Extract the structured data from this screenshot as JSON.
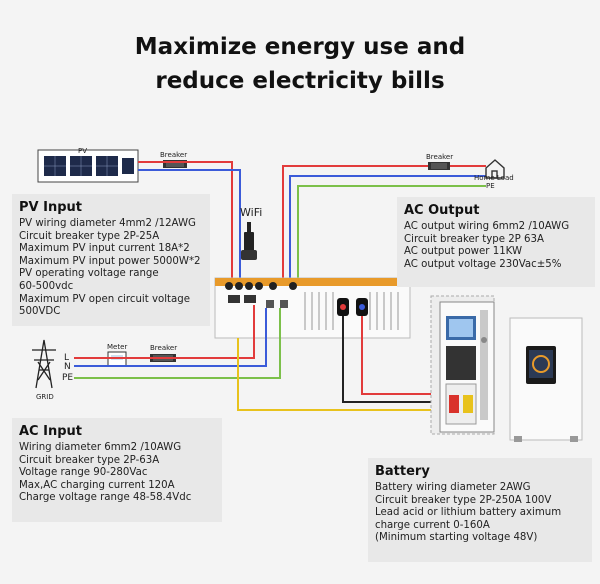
{
  "title": {
    "line1": "Maximize energy use and",
    "line2": "reduce electricity bills"
  },
  "labels": {
    "pv": "PV",
    "breaker": "Breaker",
    "meter": "Meter",
    "home_load": "Home Load",
    "pe": "PE",
    "l": "L",
    "n": "N",
    "grid": "GRID",
    "wifi": "WiFi"
  },
  "pv_input": {
    "heading": "PV Input",
    "lines": [
      "PV wiring diameter 4mm2 /12AWG",
      "Circuit breaker type 2P-25A",
      "Maximum PV input current 18A*2",
      "Maximum PV input power 5000W*2",
      "PV operating voltage range",
      "60-500vdc",
      "Maximum PV open circuit voltage",
      "500VDC"
    ]
  },
  "ac_output": {
    "heading": "AC Output",
    "lines": [
      "AC output wiring 6mm2 /10AWG",
      "Circuit breaker type 2P 63A",
      "AC output power 11KW",
      "AC output voltage 230Vac±5%"
    ]
  },
  "ac_input": {
    "heading": "AC Input",
    "lines": [
      "Wiring diameter 6mm2 /10AWG",
      "Circuit breaker type 2P-63A",
      "Voltage range 90-280Vac",
      "Max,AC charging current 120A",
      "Charge voltage range 48-58.4Vdc"
    ]
  },
  "battery": {
    "heading": "Battery",
    "lines": [
      "Battery wiring diameter 2AWG",
      "Circuit breaker type 2P-250A 100V",
      "Lead acid or lithium battery aximum",
      "charge current 0-160A",
      "(Minimum starting voltage 48V)"
    ]
  },
  "colors": {
    "red_wire": "#e23b3b",
    "blue_wire": "#3b5bd9",
    "green_wire": "#7cc04a",
    "yellow_wire": "#e8c21c",
    "black_wire": "#222222",
    "inverter_body": "#e89a2a",
    "box_bg": "#e8e8e8"
  }
}
